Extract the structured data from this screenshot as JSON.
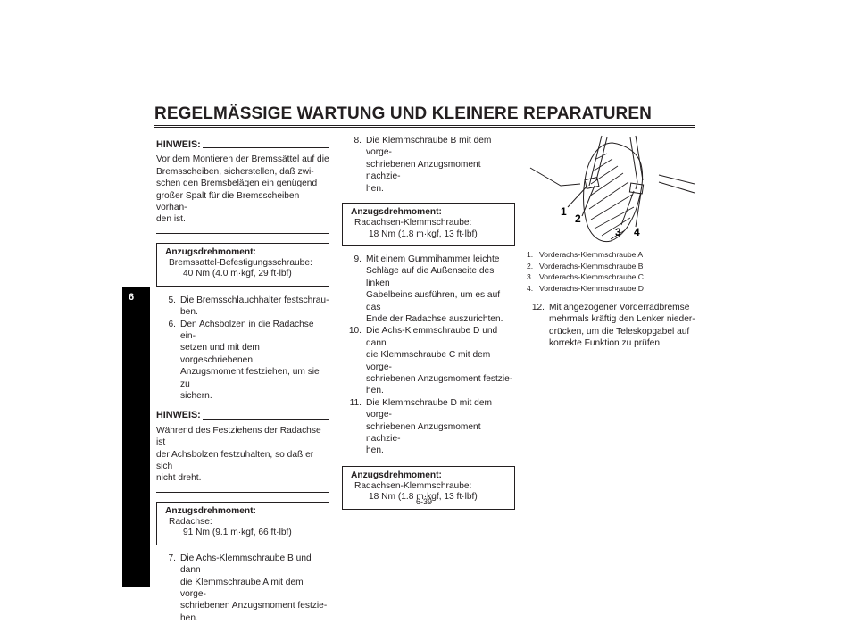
{
  "header": {
    "title": "REGELMÄSSIGE WARTUNG UND KLEINERE REPARATUREN"
  },
  "chapter_tab": "6",
  "col1": {
    "hinweis1_label": "HINWEIS:",
    "hinweis1_lines": [
      "Vor dem Montieren der Bremssättel auf die",
      "Bremsscheiben, sicherstellen, daß zwi-",
      "schen den Bremsbelägen ein genügend",
      "großer Spalt für die Bremsscheiben vorhan-",
      "den ist."
    ],
    "box1": {
      "head": "Anzugsdrehmoment:",
      "item": "Bremssattel-Befestigungsschraube:",
      "value": "40 Nm (4.0 m·kgf, 29 ft·lbf)"
    },
    "steps_a": [
      {
        "num": "5.",
        "lines": [
          "Die Bremsschlauchhalter festschrau-",
          "ben."
        ]
      },
      {
        "num": "6.",
        "lines": [
          "Den Achsbolzen in die Radachse ein-",
          "setzen und mit dem vorgeschriebenen",
          "Anzugsmoment festziehen, um sie zu",
          "sichern."
        ]
      }
    ],
    "hinweis2_label": "HINWEIS:",
    "hinweis2_lines": [
      "Während des Festziehens der Radachse ist",
      "der Achsbolzen festzuhalten, so daß er sich",
      "nicht dreht."
    ],
    "box2": {
      "head": "Anzugsdrehmoment:",
      "item": "Radachse:",
      "value": "91 Nm (9.1 m·kgf, 66 ft·lbf)"
    },
    "steps_b": [
      {
        "num": "7.",
        "lines": [
          "Die Achs-Klemmschraube B und dann",
          "die Klemmschraube A mit dem vorge-",
          "schriebenen Anzugsmoment festzie-",
          "hen."
        ]
      }
    ]
  },
  "col2": {
    "steps_a": [
      {
        "num": "8.",
        "lines": [
          "Die Klemmschraube B mit dem vorge-",
          "schriebenen Anzugsmoment nachzie-",
          "hen."
        ]
      }
    ],
    "box3": {
      "head": "Anzugsdrehmoment:",
      "item": "Radachsen-Klemmschraube:",
      "value": "18 Nm (1.8 m·kgf, 13 ft·lbf)"
    },
    "steps_b": [
      {
        "num": "9.",
        "lines": [
          "Mit einem Gummihammer leichte",
          "Schläge auf die Außenseite des linken",
          "Gabelbeins ausführen, um es auf das",
          "Ende der Radachse auszurichten."
        ]
      },
      {
        "num": "10.",
        "lines": [
          "Die Achs-Klemmschraube D und dann",
          "die Klemmschraube C mit dem vorge-",
          "schriebenen Anzugsmoment festzie-",
          "hen."
        ]
      },
      {
        "num": "11.",
        "lines": [
          "Die Klemmschraube D mit dem vorge-",
          "schriebenen Anzugsmoment nachzie-",
          "hen."
        ]
      }
    ],
    "box4": {
      "head": "Anzugsdrehmoment:",
      "item": "Radachsen-Klemmschraube:",
      "value": "18 Nm (1.8 m·kgf, 13 ft·lbf)"
    }
  },
  "col3": {
    "figure_labels": [
      "1",
      "2",
      "3",
      "4"
    ],
    "legend": [
      {
        "num": "1.",
        "text": "Vorderachs-Klemmschraube A"
      },
      {
        "num": "2.",
        "text": "Vorderachs-Klemmschraube B"
      },
      {
        "num": "3.",
        "text": "Vorderachs-Klemmschraube C"
      },
      {
        "num": "4.",
        "text": "Vorderachs-Klemmschraube D"
      }
    ],
    "steps": [
      {
        "num": "12.",
        "lines": [
          "Mit angezogener Vorderradbremse",
          "mehrmals kräftig den Lenker nieder-",
          "drücken, um die Teleskopgabel auf",
          "korrekte Funktion zu prüfen."
        ]
      }
    ]
  },
  "footer": {
    "page_number": "6-39"
  }
}
